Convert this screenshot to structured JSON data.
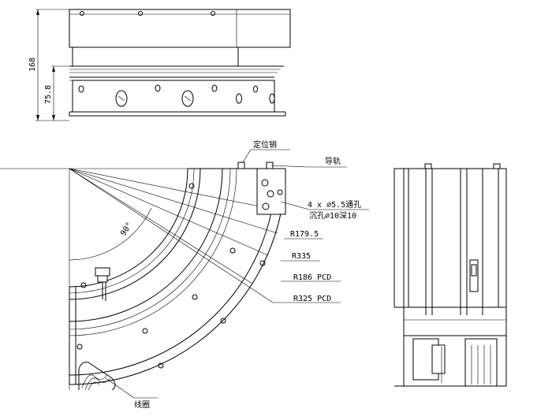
{
  "dimensions": {
    "height_total": "168",
    "height_lower": "75.8",
    "angle": "90°",
    "r_inner": "R179.5",
    "r_outer": "R335",
    "pcd_inner": "R186  PCD",
    "pcd_outer": "R325  PCD"
  },
  "callouts": {
    "locating_pin": "定位销",
    "guide_rail": "导轨",
    "holes_line1": "4 x  ∅5.5通孔",
    "holes_line2": "沉孔∅10深10",
    "coil": "线圈"
  }
}
